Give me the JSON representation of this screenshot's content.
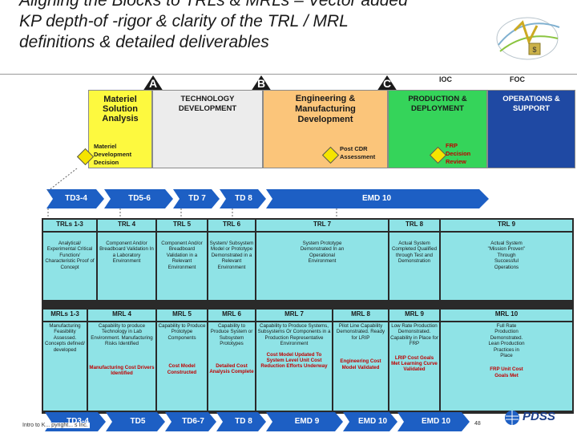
{
  "title": {
    "line1": "Aligning the Blocks to TRLs & MRLs – Vector added",
    "line2": "KP depth-of -rigor & clarity of the TRL / MRL",
    "line3": "definitions & detailed deliverables"
  },
  "milestones": {
    "a": "A",
    "b": "B",
    "c": "C",
    "ioc": "IOC",
    "foc": "FOC"
  },
  "phases": {
    "msa": "Materiel Solution Analysis",
    "td": "TECHNOLOGY DEVELOPMENT",
    "emd": "Engineering & Manufacturing Development",
    "pd": "PRODUCTION & DEPLOYMENT",
    "os": "OPERATIONS & SUPPORT"
  },
  "decisions": {
    "mdd": "Materiel Development Decision",
    "pcdr": "Post CDR Assessment",
    "frp": "FRP Decision Review"
  },
  "top_arrows": [
    "TD3-4",
    "TD5-6",
    "TD 7",
    "TD 8",
    "EMD 10"
  ],
  "trl_headers": [
    "TRLs 1-3",
    "TRL 4",
    "TRL 5",
    "TRL 6",
    "TRL 7",
    "TRL 8",
    "TRL 9"
  ],
  "trl_text": [
    "Analytical/ Experimental Critical Function/ Characteristic Proof of Concept",
    "Component And/or Breadboard Validation In a Laboratory Environment",
    "Component And/or Breadboard Validation in a Relevant Environment",
    "System/ Subsystem Model or Prototype Demonstrated in a Relevant Environment",
    "System Prototype Demonstrated In an Operational Environment",
    "Actual System Completed Qualified through Test and Demonstration",
    "Actual System \"Mission Proven\" Through Successful Operations"
  ],
  "mrl_headers": [
    "MRLs 1-3",
    "MRL 4",
    "MRL 5",
    "MRL 6",
    "MRL 7",
    "MRL 8",
    "MRL 9",
    "MRL 10"
  ],
  "mrl_text": [
    "Manufacturing Feasibility Assessed. Concepts defined/ developed",
    "Capability to produce Technology in Lab Environment. Manufacturing Risks Identified",
    "Capability to Produce Prototype Components",
    "Capability to Produce System or Subsystem Prototypes",
    "Capability to Produce Systems, Subsystems Or Components in a Production Representative Environment",
    "Pilot Line Capability Demonstrated. Ready for LRIP",
    "Low Rate Production Demonstrated. Capability in Place for FRP",
    "Full Rate Production Demonstrated. Lean Production Practices in Place"
  ],
  "mrl_deliverables": [
    "",
    "Manufacturing Cost Drivers Identified",
    "Cost Model Constructed",
    "Detailed Cost Analysis Complete",
    "Cost Model Updated To System Level Unit Cost Reduction Efforts Underway",
    "Engineering Cost Model Validated",
    "LRIP Cost Goals Met Learning Curve Validated",
    "FRP Unit Cost Goals Met"
  ],
  "bottom_arrows": [
    "TD3-4",
    "TD5",
    "TD6-7",
    "TD 8",
    "EMD 9",
    "EMD 10",
    "EMD 10"
  ],
  "footer": {
    "left": "Intro to K... pyright... s Inc.",
    "page": "48",
    "brand": "PDSS"
  },
  "colors": {
    "title": "#1a1a1a",
    "arrow": "#1d5fc4",
    "msa": "#fdf93f",
    "td": "#ececec",
    "emd": "#fbc57a",
    "pd": "#35d45a",
    "os": "#1f49a3",
    "grid_cell": "#8fe3e6",
    "red_text": "#c00000"
  }
}
